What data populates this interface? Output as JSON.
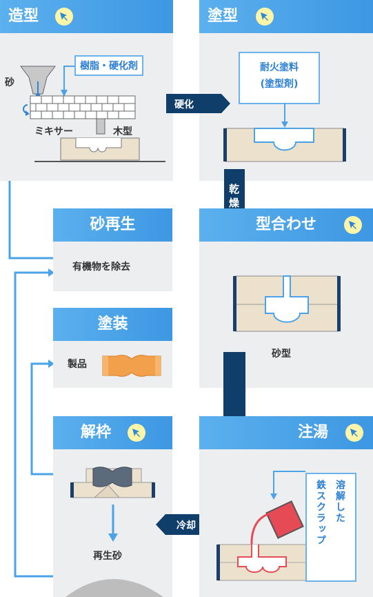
{
  "steps": {
    "zokei": {
      "title": "造型",
      "clickable": true
    },
    "tokei": {
      "title": "塗型",
      "clickable": true
    },
    "suna_saisei": {
      "title": "砂再生",
      "clickable": false
    },
    "toso": {
      "title": "塗装",
      "clickable": false
    },
    "katagoawase": {
      "title": "型合わせ",
      "clickable": true
    },
    "kaiwaku": {
      "title": "解枠",
      "clickable": true
    },
    "chuto": {
      "title": "注湯",
      "clickable": true
    }
  },
  "labels": {
    "sand": "砂",
    "resin": "樹脂・硬化剤",
    "mixer": "ミキサー",
    "wood_pattern": "木型",
    "refractory_line1": "耐火塗料",
    "refractory_line2": "(塗型剤)",
    "remove_organic": "有機物を除去",
    "product": "製品",
    "sand_mold": "砂型",
    "reclaimed_sand": "再生砂",
    "molten_scrap_col1": "溶解した",
    "molten_scrap_col2": "鉄スクラップ"
  },
  "arrows": {
    "harden": "硬化",
    "dry_1": "乾",
    "dry_2": "燥",
    "cool": "冷却"
  },
  "colors": {
    "header_blue": "#4aa3e8",
    "dark_navy": "#0f3e6a",
    "card_bg": "#eceef0",
    "sand": "#ece1cc",
    "product_orange": "#f3a04c",
    "ladle_red": "#e64a55",
    "badge_yellow": "#fdf5a8"
  }
}
